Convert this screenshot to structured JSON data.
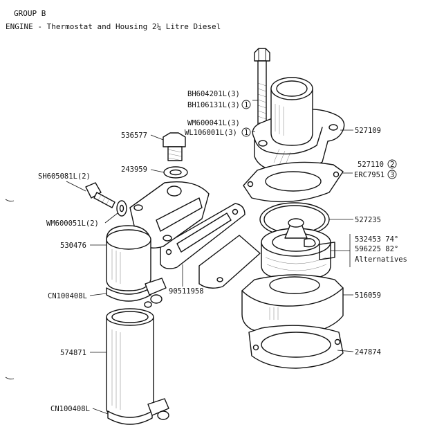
{
  "header": {
    "group": "GROUP B",
    "title": "ENGINE - Thermostat and Housing 2¼ Litre Diesel"
  },
  "parts": {
    "bolt_1": "BH604201L(3)",
    "bolt_2": "BH106131L(3)",
    "bolt_2_note": "1",
    "washer_1": "WM600041L(3)",
    "washer_2": "WL106001L(3)",
    "washer_2_note": "1",
    "plug": "536577",
    "plug_washer": "243959",
    "screw": "SH605081L(2)",
    "screw_washer": "WM600051L(2)",
    "elbow": "530476",
    "clip_upper": "CN100408L",
    "hose": "574871",
    "clip_lower": "CN100408L",
    "gasket_side": "90511958",
    "outlet_elbow": "527109",
    "gasket_a": "527110",
    "gasket_a_note": "2",
    "gasket_b": "ERC7951",
    "gasket_b_note": "3",
    "seal_ring": "527235",
    "thermostat_1": "532453 74°",
    "thermostat_2": "596225 82°",
    "thermostat_note": "Alternatives",
    "housing": "516059",
    "gasket_lower": "247874"
  }
}
